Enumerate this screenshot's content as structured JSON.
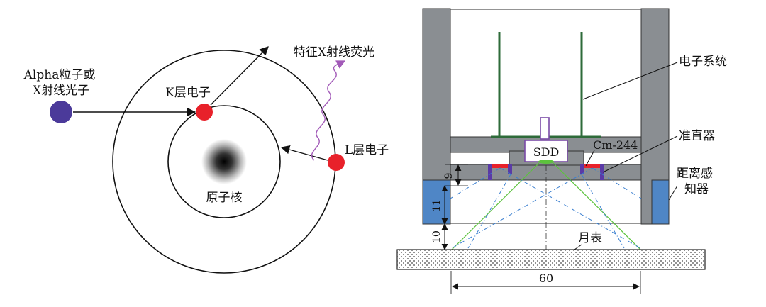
{
  "left_diagram": {
    "incoming_label_line1": "Alpha粒子或",
    "incoming_label_line2": "X射线光子",
    "k_shell_electron": "K层电子",
    "l_shell_electron": "L层电子",
    "nucleus": "原子核",
    "fluorescence": "特征X射线荧光"
  },
  "right_diagram": {
    "sdd": "SDD",
    "source": "Cm-244",
    "electronics": "电子系统",
    "collimator": "准直器",
    "distance_sensor_line1": "距离感",
    "distance_sensor_line2": "知器",
    "lunar_surface": "月表",
    "dim_9": "9",
    "dim_11": "11",
    "dim_10": "10",
    "dim_60": "60"
  },
  "colors": {
    "electron_red": "#e8212a",
    "photon_purple": "#4b3a9a",
    "wave_purple": "#a25ab8",
    "housing_gray": "#8a8e92",
    "sensor_blue": "#4f86c6",
    "board_green": "#2e6b3a",
    "beam_green": "#5cc23d",
    "beam_blue": "#3a7fd0"
  }
}
